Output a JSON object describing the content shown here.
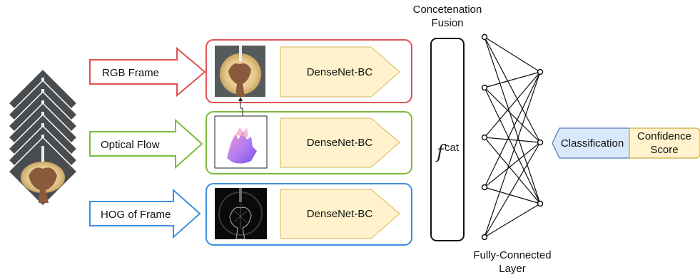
{
  "inputs": [
    {
      "label": "RGB Frame",
      "color": "#e05252"
    },
    {
      "label": "Optical Flow",
      "color": "#7cbc3a"
    },
    {
      "label": "HOG of Frame",
      "color": "#3d8fdc"
    }
  ],
  "backbone_label": "DenseNet-BC",
  "backbone_fill": "#fff2cc",
  "fusion": {
    "title_line1": "Concetenation",
    "title_line2": "Fusion",
    "symbol": "f",
    "superscript": "cat"
  },
  "fc_layer": {
    "label_line1": "Fully-Connected",
    "label_line2": "Layer"
  },
  "output": {
    "classification": "Classification",
    "confidence_line1": "Confidence",
    "confidence_line2": "Score",
    "classification_fill": "#dae8fc",
    "confidence_fill": "#fff2cc"
  },
  "images": [
    {
      "name": "stacked-rgb-frames",
      "kind": "photo"
    },
    {
      "name": "rgb-frame-thumbnail",
      "kind": "photo"
    },
    {
      "name": "optical-flow-thumbnail",
      "kind": "render"
    },
    {
      "name": "hog-frame-thumbnail",
      "kind": "render"
    }
  ]
}
